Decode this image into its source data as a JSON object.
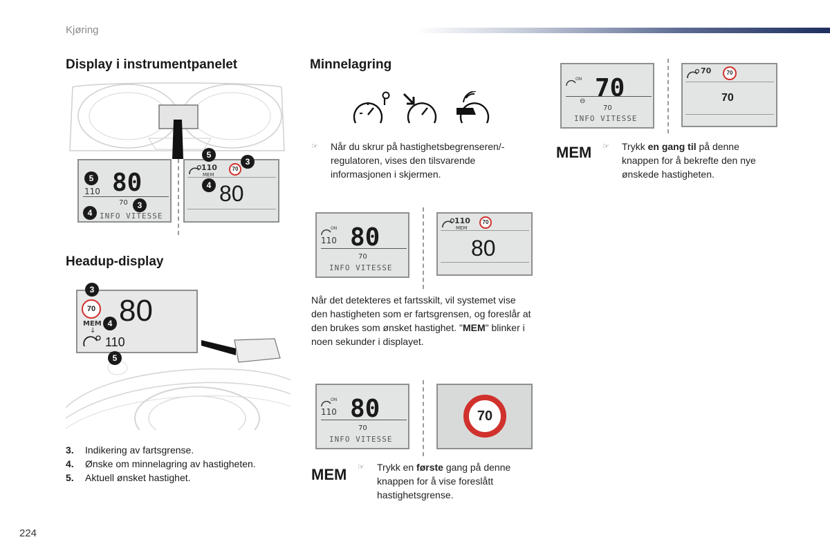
{
  "header": {
    "section": "Kjøring"
  },
  "page_number": "224",
  "left": {
    "heading1": "Display i instrumentpanelet",
    "heading2": "Headup-display",
    "panel1": {
      "speed": "80",
      "limit": "110",
      "sign": "70",
      "info_line": "INFO VITESSE",
      "c3": "3",
      "c4": "4",
      "c5": "5"
    },
    "panel2": {
      "limit": "110",
      "mem": "MEM",
      "sign": "70",
      "speed": "80",
      "c3": "3",
      "c4": "4",
      "c5": "5"
    },
    "hud": {
      "sign": "70",
      "speed": "80",
      "mem": "MEM",
      "limit": "110",
      "c3": "3",
      "c4": "4",
      "c5": "5"
    },
    "legend": [
      {
        "num": "3.",
        "text": "Indikering av fartsgrense."
      },
      {
        "num": "4.",
        "text": "Ønske om minnelagring av hastigheten."
      },
      {
        "num": "5.",
        "text": "Aktuell ønsket hastighet."
      }
    ]
  },
  "middle": {
    "heading": "Minnelagring",
    "para1": "Når du skrur på hastighetsbegrenseren/-regulatoren, vises den tilsvarende informasjonen i skjermen.",
    "lcd1": {
      "on": "ON",
      "limit": "110",
      "speed": "80",
      "sign": "70",
      "info_line": "INFO VITESSE"
    },
    "lcd2": {
      "limit": "110",
      "mem": "MEM",
      "sign": "70",
      "speed": "80"
    },
    "para2_a": "Når det detekteres et fartsskilt, vil systemet vise den hastigheten som er fartsgrensen, og foreslår at den brukes som ønsket hastighet. \"",
    "para2_bold": "MEM",
    "para2_b": "\" blinker i noen sekunder i displayet.",
    "lcd3": {
      "on": "ON",
      "limit": "110",
      "speed": "80",
      "sign": "70",
      "info_line": "INFO VITESSE"
    },
    "sign_big": "70",
    "mem_label": "MEM",
    "mem_text_a": "Trykk en ",
    "mem_text_bold": "første",
    "mem_text_b": " gang på denne knappen for å vise foreslått hastighetsgrense."
  },
  "right": {
    "lcd4": {
      "on": "ON",
      "speed": "70",
      "sign": "70",
      "info_line": "INFO VITESSE"
    },
    "lcd5": {
      "limit": "70",
      "sign": "70",
      "speed": "70"
    },
    "mem_label": "MEM",
    "mem_text_a": "Trykk ",
    "mem_text_bold": "en gang til",
    "mem_text_b": " på denne knappen for å bekrefte den nye ønskede hastigheten."
  },
  "icons": [
    "speedometer-limiter-icon",
    "speedometer-arrow-icon",
    "speedometer-cruise-icon",
    "bullet-hand-icon"
  ]
}
